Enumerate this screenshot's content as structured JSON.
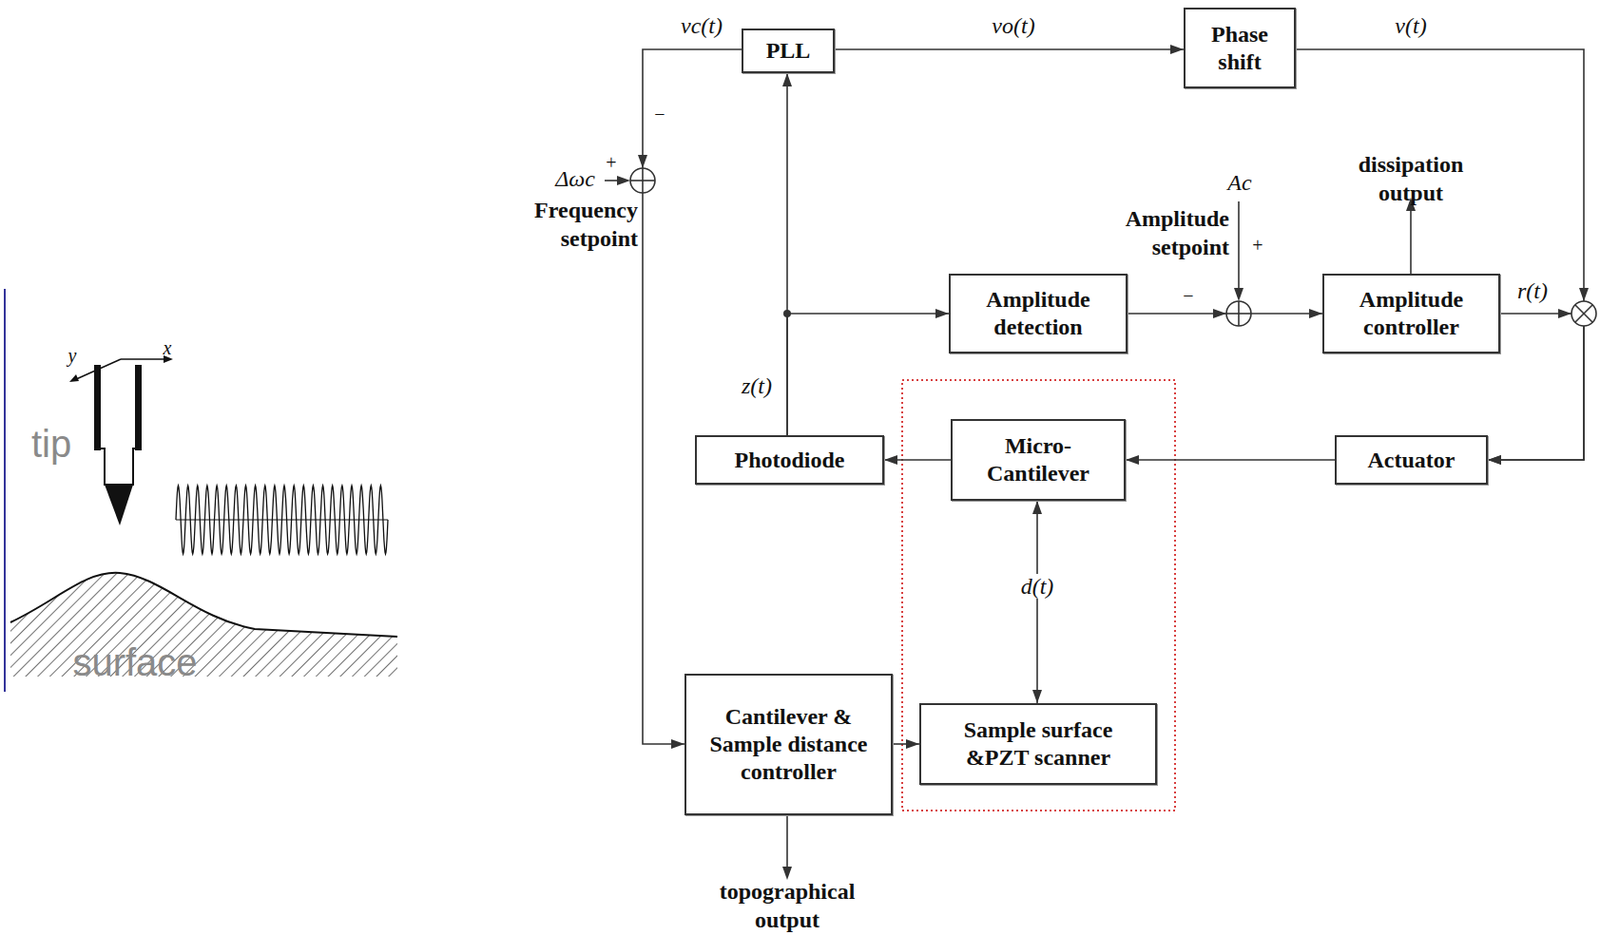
{
  "diagram": {
    "nodes": [
      {
        "text": [
          "PLL"
        ]
      },
      {
        "text": [
          "Phase shift"
        ]
      },
      {
        "text": [
          "Amplitude detection"
        ]
      },
      {
        "text": [
          "Amplitude controller"
        ]
      },
      {
        "text": [
          "Photodiode"
        ]
      },
      {
        "text": [
          "Micro- Cantilever"
        ]
      },
      {
        "text": [
          "Actuator"
        ]
      },
      {
        "text": [
          "Cantilever & Sample distance controller"
        ]
      },
      {
        "text": [
          "Sample surface &PZT scanner"
        ]
      }
    ],
    "edges": [
      {
        "from": 0,
        "to": 1,
        "label": "vo(t)",
        "arrow": "to"
      },
      {
        "from": 1,
        "to": 6,
        "label": "v(t)",
        "arrow": "to"
      },
      {
        "from": 3,
        "to": 6,
        "label": "r(t)",
        "arrow": "to"
      },
      {
        "from": 2,
        "to": 3,
        "arrow": "to"
      },
      {
        "from": 4,
        "to": 0,
        "label": "z(t)",
        "arrow": "to"
      },
      {
        "from": 4,
        "to": 2,
        "arrow": "to"
      },
      {
        "from": 6,
        "to": 5,
        "arrow": "to"
      },
      {
        "from": 5,
        "to": 4,
        "arrow": "to"
      },
      {
        "from": 5,
        "to": 8,
        "label": "d(t)",
        "arrow": "both"
      },
      {
        "from": 0,
        "to": 7,
        "label": "vc(t)",
        "arrow": "to"
      },
      {
        "from": 7,
        "to": 8,
        "arrow": "to"
      }
    ],
    "labels": [
      "Δωc",
      "+",
      "−",
      "Frequency setpoint",
      "Ac",
      "Amplitude setpoint",
      "+",
      "−",
      "dissipation output",
      "topographical output",
      "tip",
      "surface",
      "x",
      "y"
    ]
  }
}
